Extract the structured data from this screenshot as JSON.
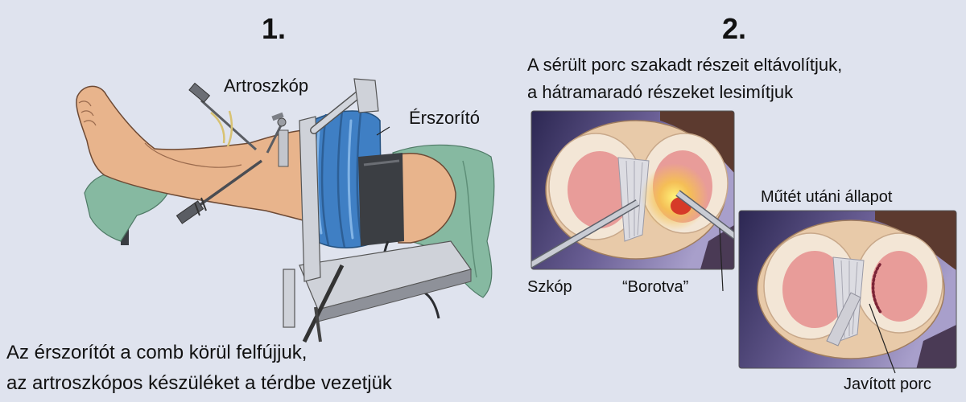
{
  "step1": {
    "number": "1.",
    "label_arthroscope": "Artroszkóp",
    "label_tourniquet": "Érszorító",
    "caption": [
      "Az érszorítót a comb körül felfújjuk,",
      "az artroszkópos készüléket a térdbe vezetjük"
    ]
  },
  "step2": {
    "number": "2.",
    "caption": [
      "A sérült porc szakadt részeit eltávolítjuk,",
      "a hátramaradó részeket lesimítjuk"
    ],
    "label_scope": "Szkóp",
    "label_shaver": "“Borotva”",
    "label_post_op": "Műtét utáni állapot",
    "label_repaired": "Javított porc"
  },
  "colors": {
    "background": "#dfe3ee",
    "text": "#111111",
    "skin": "#e8b48c",
    "drape": "#86b9a1",
    "tourniquet": "#3f7fc4",
    "strap": "#3b3e43",
    "metal": "#cfd2d9",
    "cartilage": "#e89c99",
    "meniscus": "#f3e6d6"
  }
}
